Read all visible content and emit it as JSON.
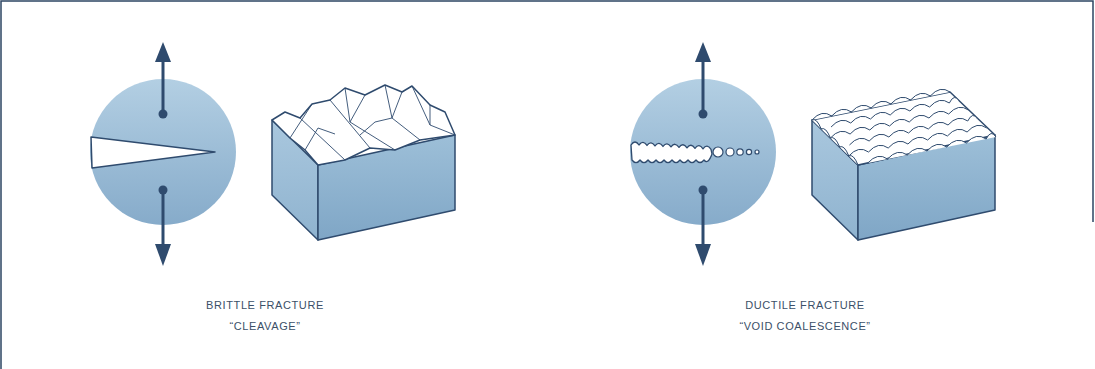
{
  "diagram": {
    "labels": [
      "BRITTLE FRACTURE",
      "“CLEAVAGE”",
      "DUCTILE FRACTURE",
      "“VOID COALESCENCE”"
    ]
  }
}
